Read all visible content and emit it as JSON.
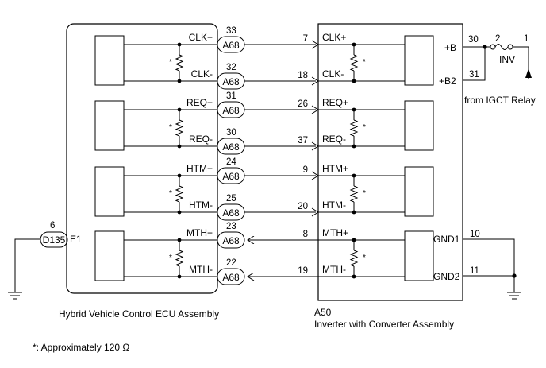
{
  "ecu": {
    "code": "E1",
    "name": "Hybrid Vehicle Control ECU Assembly",
    "connector": "A68",
    "ground_connector": "D135",
    "ground_pin": "6"
  },
  "inverter": {
    "code": "A50",
    "name": "Inverter with Converter Assembly"
  },
  "signals": [
    {
      "label": "CLK+",
      "ecu_pin": "33",
      "inv_pin": "7"
    },
    {
      "label": "CLK-",
      "ecu_pin": "32",
      "inv_pin": "18"
    },
    {
      "label": "REQ+",
      "ecu_pin": "31",
      "inv_pin": "26"
    },
    {
      "label": "REQ-",
      "ecu_pin": "30",
      "inv_pin": "37"
    },
    {
      "label": "HTM+",
      "ecu_pin": "24",
      "inv_pin": "9"
    },
    {
      "label": "HTM-",
      "ecu_pin": "25",
      "inv_pin": "20"
    },
    {
      "label": "MTH+",
      "ecu_pin": "23",
      "inv_pin": "8"
    },
    {
      "label": "MTH-",
      "ecu_pin": "22",
      "inv_pin": "19"
    }
  ],
  "resistor_mark": "*",
  "power": {
    "b_label": "+B",
    "b_pin": "30",
    "b2_label": "+B2",
    "b2_pin": "31",
    "fuse_name": "INV",
    "fuse_pin_left": "2",
    "fuse_pin_right": "1",
    "source": "from IGCT Relay"
  },
  "grounds": {
    "gnd1_label": "GND1",
    "gnd1_pin": "10",
    "gnd2_label": "GND2",
    "gnd2_pin": "11"
  },
  "note": "*: Approximately 120 Ω"
}
